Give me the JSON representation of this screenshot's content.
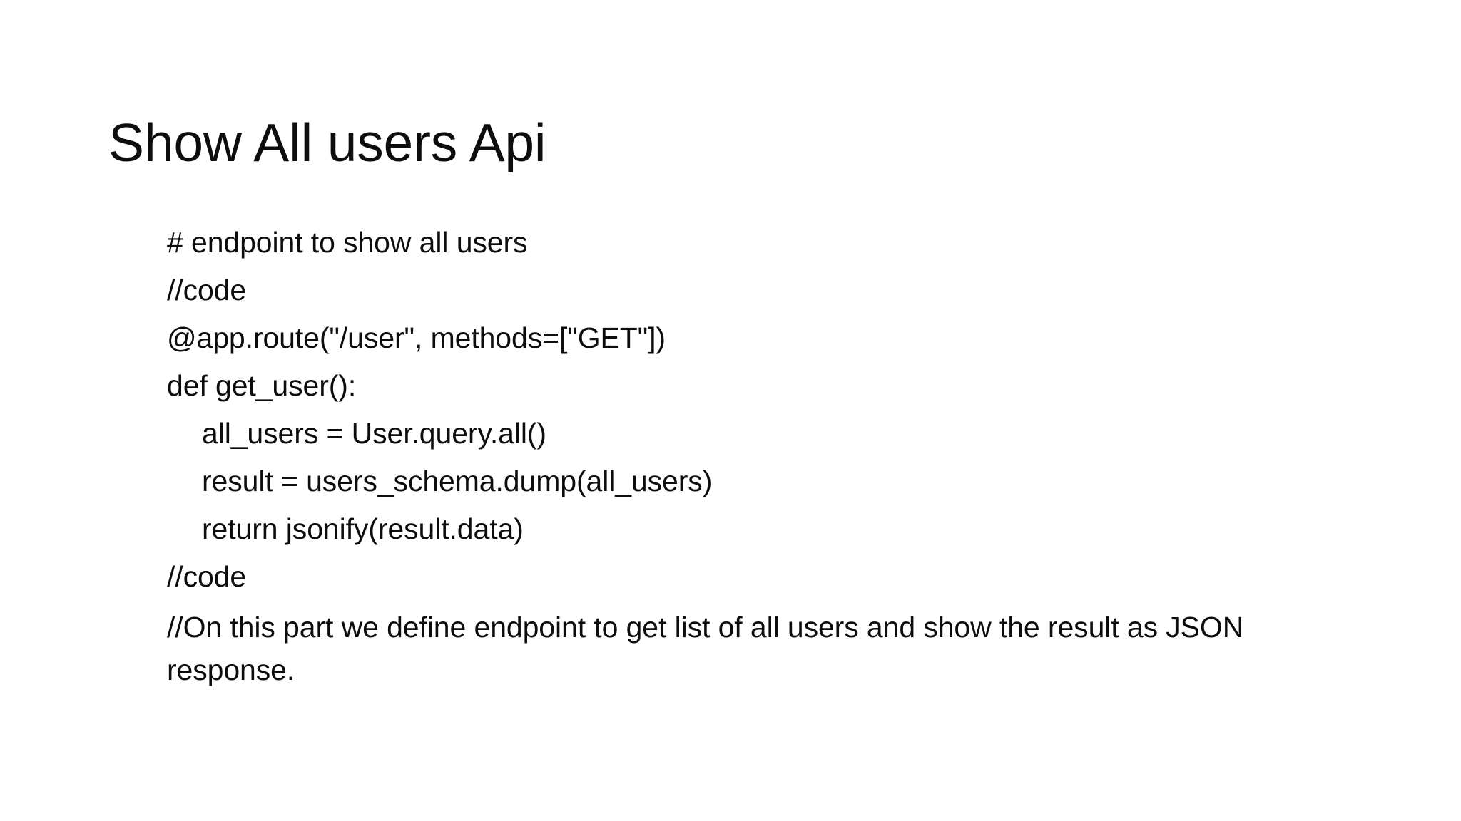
{
  "slide": {
    "title": "Show All users Api",
    "background_color": "#ffffff",
    "text_color": "#0d0d0d",
    "code_lines": [
      {
        "text": "# endpoint to show all users",
        "indent": 0
      },
      {
        "text": "//code",
        "indent": 0
      },
      {
        "text": "@app.route(\"/user\", methods=[\"GET\"])",
        "indent": 0
      },
      {
        "text": "def get_user():",
        "indent": 0
      },
      {
        "text": "all_users = User.query.all()",
        "indent": 1
      },
      {
        "text": "result = users_schema.dump(all_users)",
        "indent": 1
      },
      {
        "text": "return jsonify(result.data)",
        "indent": 1
      },
      {
        "text": "//code",
        "indent": 0
      }
    ],
    "note": "//On this part we define endpoint to get list of all users and show the result as JSON response."
  }
}
